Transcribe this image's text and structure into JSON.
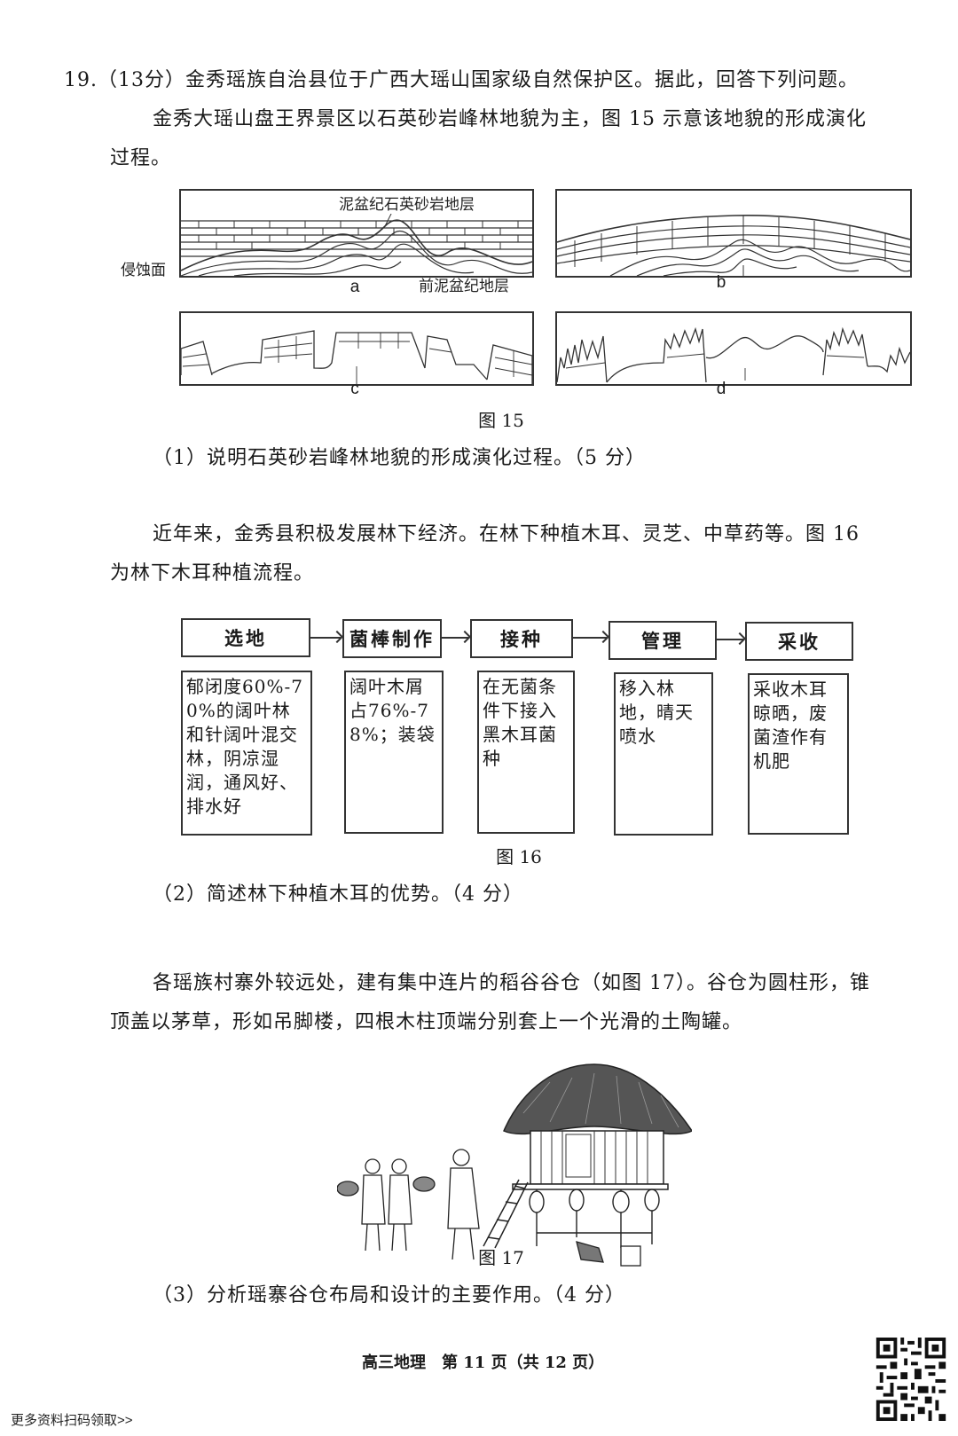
{
  "question": {
    "number": "19.",
    "score": "（13分）",
    "intro": "金秀瑶族自治县位于广西大瑶山国家级自然保护区。据此，回答下列问题。"
  },
  "passage1": {
    "line1": "金秀大瑶山盘王界景区以石英砂岩峰林地貌为主，图 15 示意该地貌的形成演化",
    "line2": "过程。"
  },
  "figure15": {
    "caption": "图 15",
    "labels": {
      "sandstone_layer": "泥盆纪石英砂岩地层",
      "erosion_surface": "侵蚀面",
      "pre_devonian": "前泥盆纪地层"
    },
    "panels": [
      "a",
      "b",
      "c",
      "d"
    ]
  },
  "sub_q1": "（1）说明石英砂岩峰林地貌的形成演化过程。（5 分）",
  "passage2": {
    "line1": "近年来，金秀县积极发展林下经济。在林下种植木耳、灵芝、中草药等。图 16",
    "line2": "为林下木耳种植流程。"
  },
  "figure16": {
    "caption": "图 16",
    "steps": [
      {
        "title": "选地",
        "detail": "郁闭度60%-70%的阔叶林和针阔叶混交林，阴凉湿润，通风好、排水好"
      },
      {
        "title": "菌棒制作",
        "detail": "阔叶木屑占76%-78%；装袋"
      },
      {
        "title": "接种",
        "detail": "在无菌条件下接入黑木耳菌种"
      },
      {
        "title": "管理",
        "detail": "移入林地，晴天喷水"
      },
      {
        "title": "采收",
        "detail": "采收木耳晾晒，废菌渣作有机肥"
      }
    ]
  },
  "sub_q2": "（2）简述林下种植木耳的优势。（4 分）",
  "passage3": {
    "line1": "各瑶族村寨外较远处，建有集中连片的稻谷谷仓（如图 17）。谷仓为圆柱形，锥",
    "line2": "顶盖以茅草，形如吊脚楼，四根木柱顶端分别套上一个光滑的土陶罐。"
  },
  "figure17": {
    "caption": "图 17"
  },
  "sub_q3": "（3）分析瑶寨谷仓布局和设计的主要作用。（4 分）",
  "footer": {
    "page_info": "高三地理　第 11 页（共 12 页）"
  },
  "promo": {
    "text": "更多资料扫码领取>>"
  }
}
